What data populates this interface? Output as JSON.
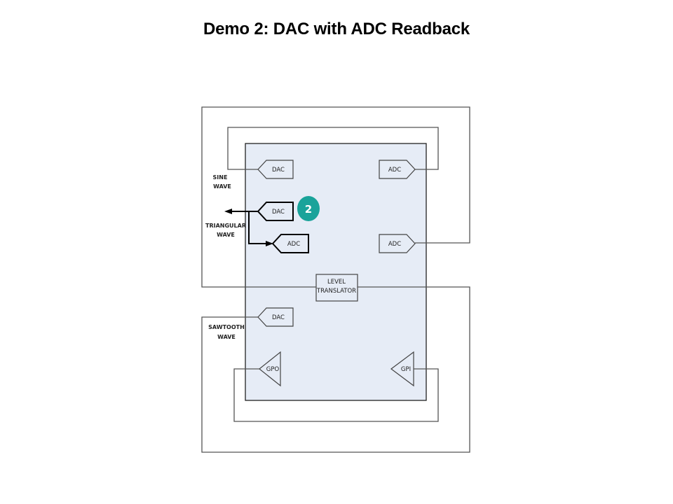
{
  "title": "Demo 2: DAC with ADC Readback",
  "colors": {
    "chip_fill": "#e6ecf6",
    "line": "#555555",
    "badge": "#1aa39a"
  },
  "diagram": {
    "blocks": {
      "dac_sine": "DAC",
      "adc_top": "ADC",
      "dac_triangular": "DAC",
      "adc_triangular": "ADC",
      "adc_right": "ADC",
      "level_translator_line1": "LEVEL",
      "level_translator_line2": "TRANSLATOR",
      "dac_sawtooth": "DAC",
      "gpo": "GPO",
      "gpi": "GPI"
    },
    "labels": {
      "sine_line1": "SINE",
      "sine_line2": "WAVE",
      "triangular_line1": "TRIANGULAR",
      "triangular_line2": "WAVE",
      "sawtooth_line1": "SAWTOOTH",
      "sawtooth_line2": "WAVE"
    },
    "badge": "2"
  }
}
